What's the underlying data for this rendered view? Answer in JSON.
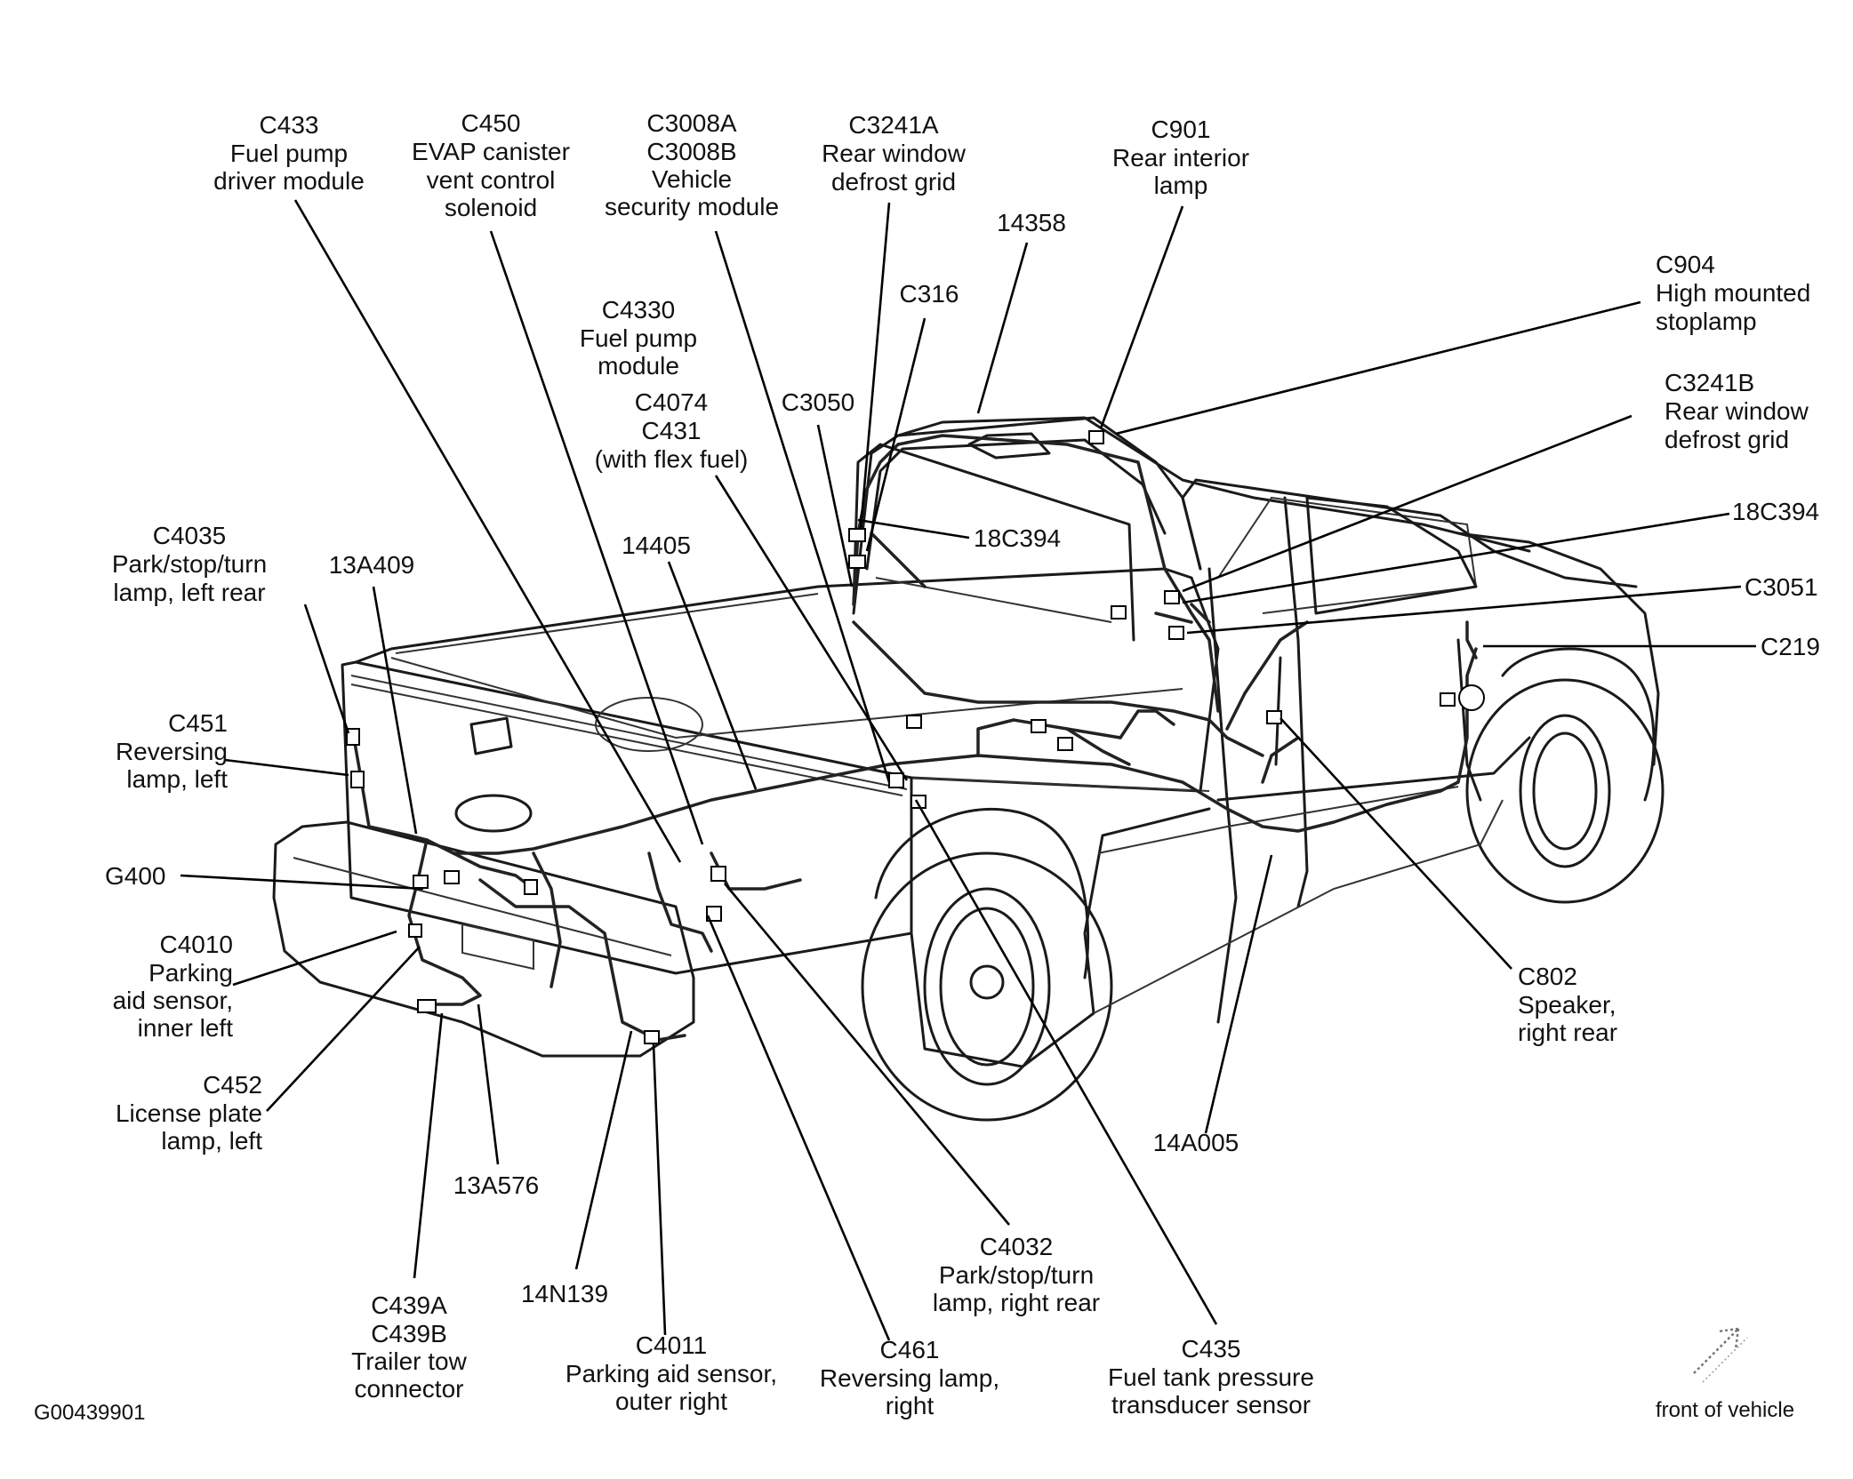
{
  "figure_id": "G00439901",
  "orientation_label": "front of vehicle",
  "callouts": [
    {
      "id": "c433",
      "lines": [
        "C433",
        "Fuel pump",
        "driver module"
      ]
    },
    {
      "id": "c450",
      "lines": [
        "C450",
        "EVAP canister",
        "vent control",
        "solenoid"
      ]
    },
    {
      "id": "c3008",
      "lines": [
        "C3008A",
        "C3008B",
        "Vehicle",
        "security module"
      ]
    },
    {
      "id": "c3241a",
      "lines": [
        "C3241A",
        "Rear window",
        "defrost grid"
      ]
    },
    {
      "id": "c901",
      "lines": [
        "C901",
        "Rear interior",
        "lamp"
      ]
    },
    {
      "id": "n14358",
      "lines": [
        "14358"
      ]
    },
    {
      "id": "c316",
      "lines": [
        "C316"
      ]
    },
    {
      "id": "c904",
      "lines": [
        "C904",
        "High mounted",
        "stoplamp"
      ]
    },
    {
      "id": "c4330",
      "lines": [
        "C4330",
        "Fuel pump",
        "module"
      ]
    },
    {
      "id": "c4074",
      "lines": [
        "C4074",
        "C431",
        "(with flex fuel)"
      ]
    },
    {
      "id": "c3050",
      "lines": [
        "C3050"
      ]
    },
    {
      "id": "c3241b",
      "lines": [
        "C3241B",
        "Rear window",
        "defrost grid"
      ]
    },
    {
      "id": "n18c394a",
      "lines": [
        "18C394"
      ]
    },
    {
      "id": "n18c394b",
      "lines": [
        "18C394"
      ]
    },
    {
      "id": "c3051",
      "lines": [
        "C3051"
      ]
    },
    {
      "id": "c219",
      "lines": [
        "C219"
      ]
    },
    {
      "id": "c4035",
      "lines": [
        "C4035",
        "Park/stop/turn",
        "lamp, left rear"
      ]
    },
    {
      "id": "n13a409",
      "lines": [
        "13A409"
      ]
    },
    {
      "id": "n14405",
      "lines": [
        "14405"
      ]
    },
    {
      "id": "c451",
      "lines": [
        "C451",
        "Reversing",
        "lamp, left"
      ]
    },
    {
      "id": "g400",
      "lines": [
        "G400"
      ]
    },
    {
      "id": "c4010",
      "lines": [
        "C4010",
        "Parking",
        "aid sensor,",
        "inner left"
      ]
    },
    {
      "id": "c452",
      "lines": [
        "C452",
        "License plate",
        "lamp, left"
      ]
    },
    {
      "id": "n13a576",
      "lines": [
        "13A576"
      ]
    },
    {
      "id": "c439",
      "lines": [
        "C439A",
        "C439B",
        "Trailer tow",
        "connector"
      ]
    },
    {
      "id": "n14n139",
      "lines": [
        "14N139"
      ]
    },
    {
      "id": "c4011",
      "lines": [
        "C4011",
        "Parking aid sensor,",
        "outer right"
      ]
    },
    {
      "id": "c461",
      "lines": [
        "C461",
        "Reversing lamp,",
        "right"
      ]
    },
    {
      "id": "c4032",
      "lines": [
        "C4032",
        "Park/stop/turn",
        "lamp, right rear"
      ]
    },
    {
      "id": "c435",
      "lines": [
        "C435",
        "Fuel tank pressure",
        "transducer sensor"
      ]
    },
    {
      "id": "n14a005",
      "lines": [
        "14A005"
      ]
    },
    {
      "id": "c802",
      "lines": [
        "C802",
        "Speaker,",
        "right rear"
      ]
    }
  ]
}
